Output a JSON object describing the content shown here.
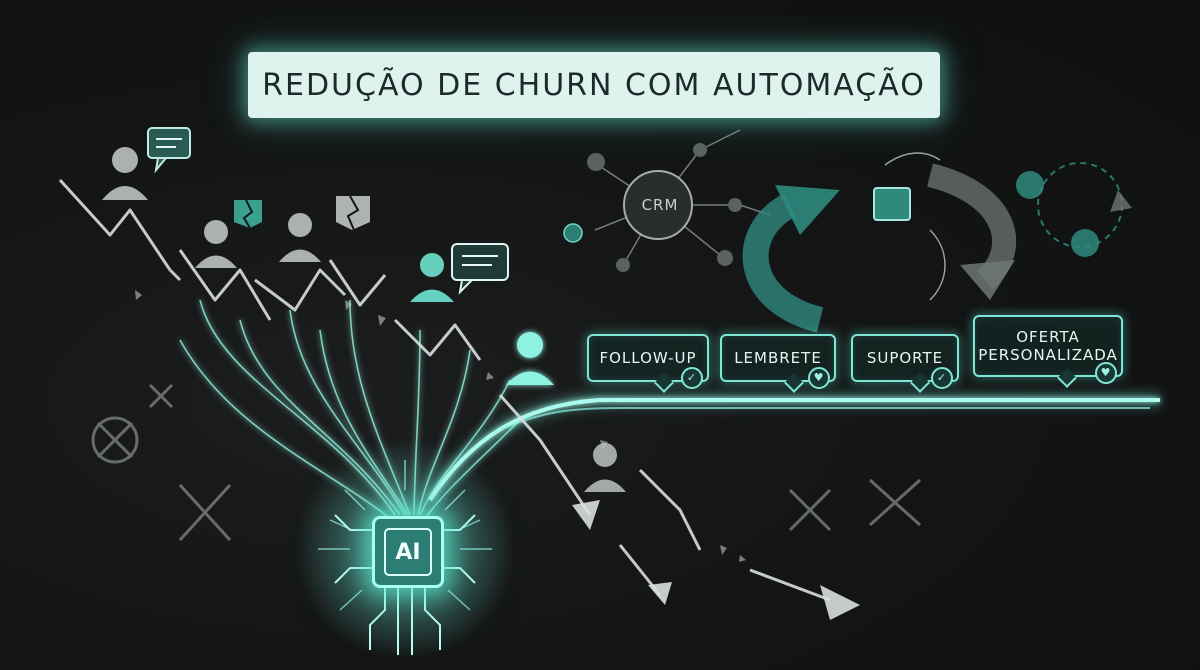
{
  "title": "REDUÇÃO DE CHURN COM AUTOMAÇÃO",
  "hub_label": "CRM",
  "chip_label": "AI",
  "tags": [
    {
      "label": "FOLLOW-UP",
      "badge": "check-icon"
    },
    {
      "label": "LEMBRETE",
      "badge": "heart-icon"
    },
    {
      "label": "SUPORTE",
      "badge": "check-icon"
    },
    {
      "label": "OFERTA PERSONALIZADA",
      "badge": "heart-icon"
    }
  ],
  "colors": {
    "background": "#121313",
    "accent_teal": "#7fe6d6",
    "chalk_white": "#d9dedd",
    "title_fill": "#dff3ee"
  }
}
